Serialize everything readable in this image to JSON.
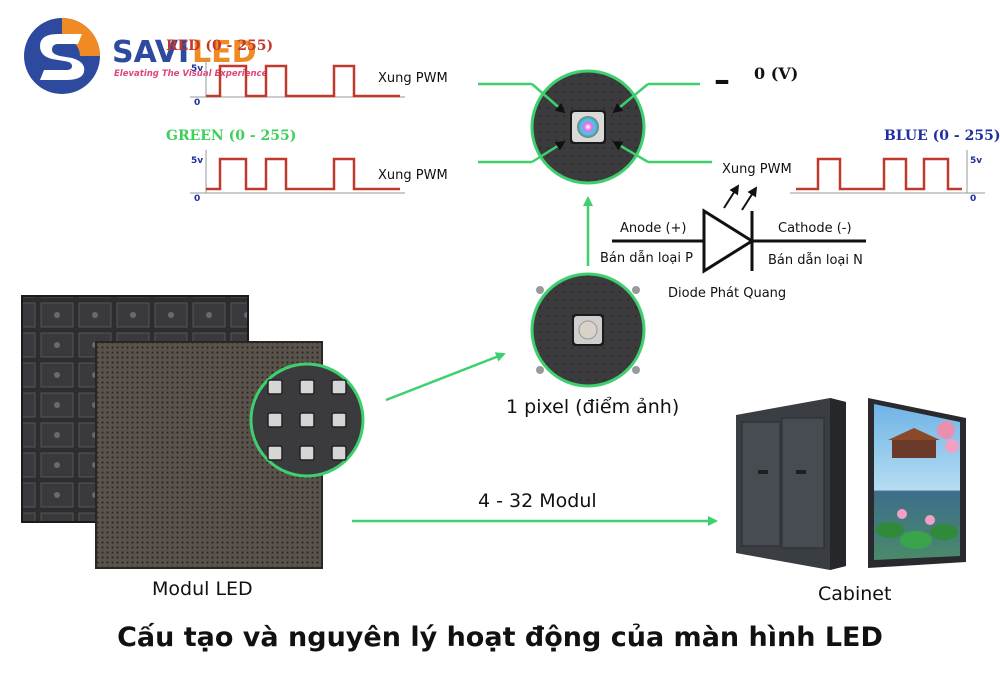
{
  "logo": {
    "brand_part1": "SAVI",
    "brand_part2": "LED",
    "tagline": "Elevating The Visual Experience"
  },
  "signals": {
    "red": {
      "label": "RED (0 - 255)",
      "high": "5v",
      "low": "0",
      "pulse_label": "Xung PWM",
      "color": "#c0392b",
      "label_color": "#c0392b"
    },
    "green": {
      "label": "GREEN (0 - 255)",
      "high": "5v",
      "low": "0",
      "pulse_label": "Xung PWM",
      "color": "#c0392b",
      "label_color": "#3ecf5a"
    },
    "blue": {
      "label": "BLUE (0 - 255)",
      "high": "5v",
      "low": "0",
      "pulse_label": "Xung PWM",
      "color": "#c0392b",
      "label_color": "#1f2fa0"
    }
  },
  "voltage": {
    "sign": "–",
    "value": "0 (V)"
  },
  "diode": {
    "anode": "Anode (+)",
    "anode_type": "Bán dẫn loại P",
    "cathode": "Cathode (-)",
    "cathode_type": "Bán dẫn loại N",
    "caption": "Diode Phát Quang"
  },
  "labels": {
    "pixel": "1 pixel (điểm ảnh)",
    "module_count": "4 - 32 Modul",
    "module": "Modul LED",
    "cabinet": "Cabinet"
  },
  "title": "Cấu tạo và nguyên lý hoạt động của màn hình LED",
  "colors": {
    "arrow": "#3ecf6e",
    "logo_blue": "#2e4a9e",
    "logo_orange": "#f08a24",
    "logo_tagline": "#e0457b"
  }
}
